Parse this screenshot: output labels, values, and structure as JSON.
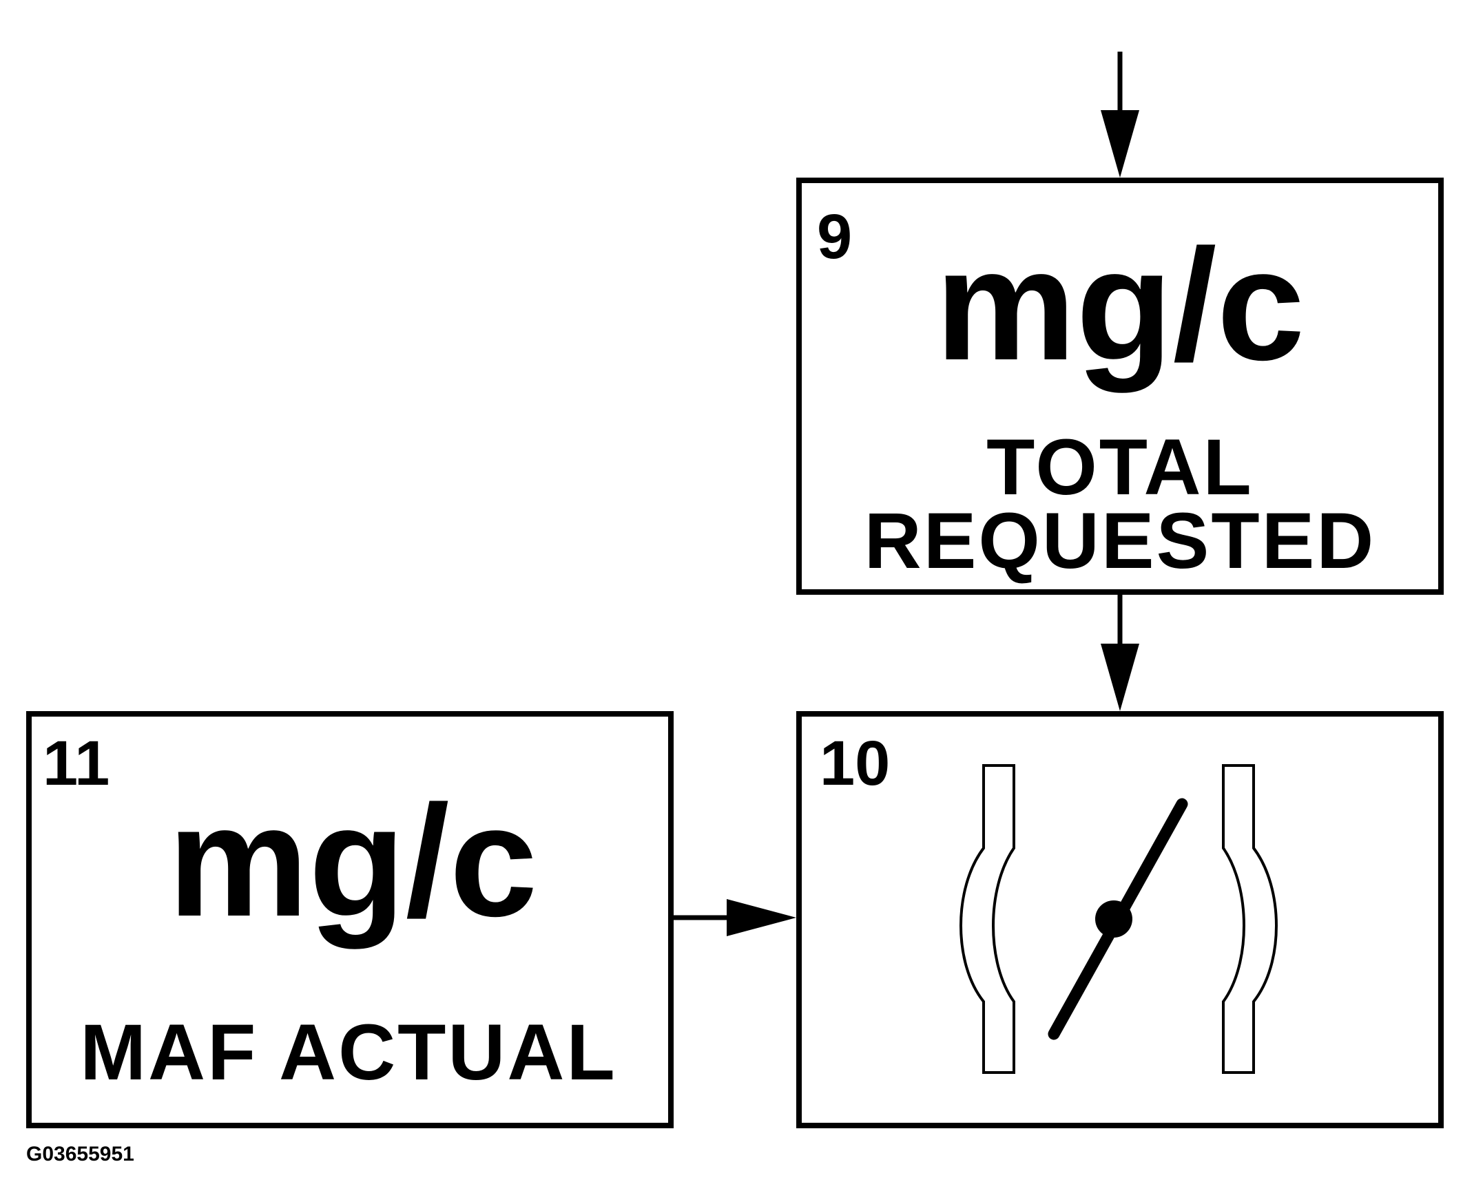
{
  "blocks": {
    "total_requested": {
      "number": "9",
      "unit": "mg/c",
      "label_line1": "TOTAL",
      "label_line2": "REQUESTED"
    },
    "throttle": {
      "number": "10",
      "icon": "throttle-body-icon"
    },
    "maf_actual": {
      "number": "11",
      "unit": "mg/c",
      "label": "MAF ACTUAL"
    }
  },
  "figure_id": "G03655951",
  "colors": {
    "line": "#000000",
    "background": "#ffffff"
  }
}
